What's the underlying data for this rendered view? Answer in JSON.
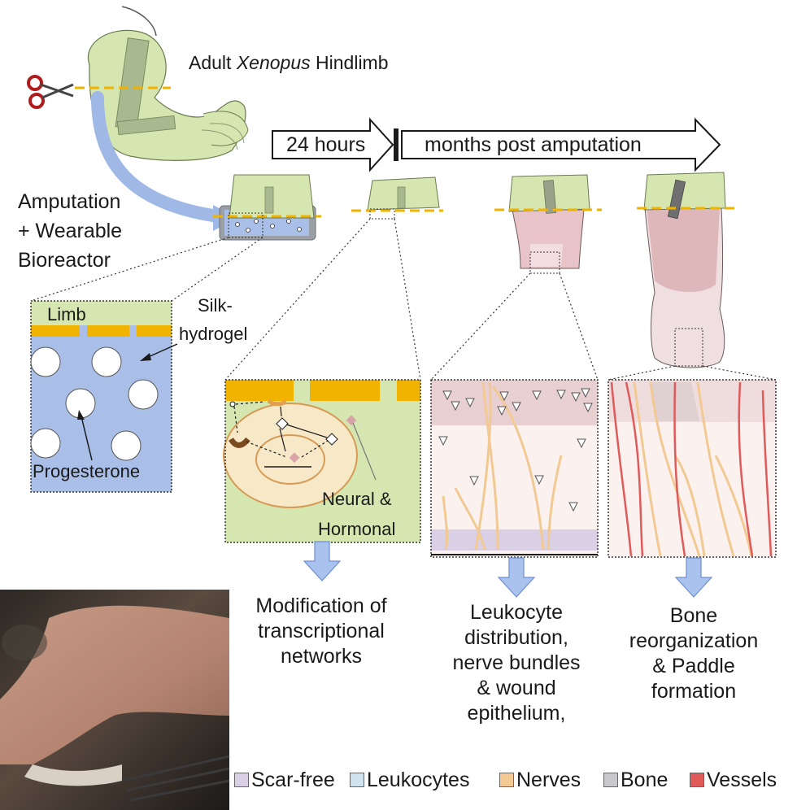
{
  "title": {
    "prefix": "Adult ",
    "italic": "Xenopus",
    "suffix": " Hindlimb"
  },
  "timeline": {
    "short": "24 hours",
    "long": "months post amputation"
  },
  "labels": {
    "amputation": [
      "Amputation",
      "+ Wearable",
      "Bioreactor"
    ],
    "limb": "Limb",
    "silk": [
      "Silk-",
      "hydrogel"
    ],
    "progesterone": "Progesterone",
    "neural": [
      "Neural &",
      "Hormonal"
    ]
  },
  "outcomes": [
    {
      "lines": [
        "Modification of",
        "transcriptional",
        "networks"
      ]
    },
    {
      "lines": [
        "Leukocyte",
        "distribution,",
        "nerve bundles",
        "& wound",
        "epithelium,"
      ]
    },
    {
      "lines": [
        "Bone",
        "reorganization",
        "& Paddle",
        "formation"
      ]
    }
  ],
  "legend": [
    {
      "label": "Scar-free",
      "color": "#d9d0e6"
    },
    {
      "label": "Leukocytes",
      "color": "#cfe3ef"
    },
    {
      "label": "Nerves",
      "color": "#f2c992"
    },
    {
      "label": "Bone",
      "color": "#c9c9cc"
    },
    {
      "label": "Vessels",
      "color": "#e05a5a"
    }
  ],
  "colors": {
    "limb_green": "#d6e6b0",
    "hydrogel_blue": "#a9bfe8",
    "cut_line": "#f0b400",
    "regenerate_pink": "#e8c4c8",
    "arrow_blue": "#9fb8e6"
  }
}
